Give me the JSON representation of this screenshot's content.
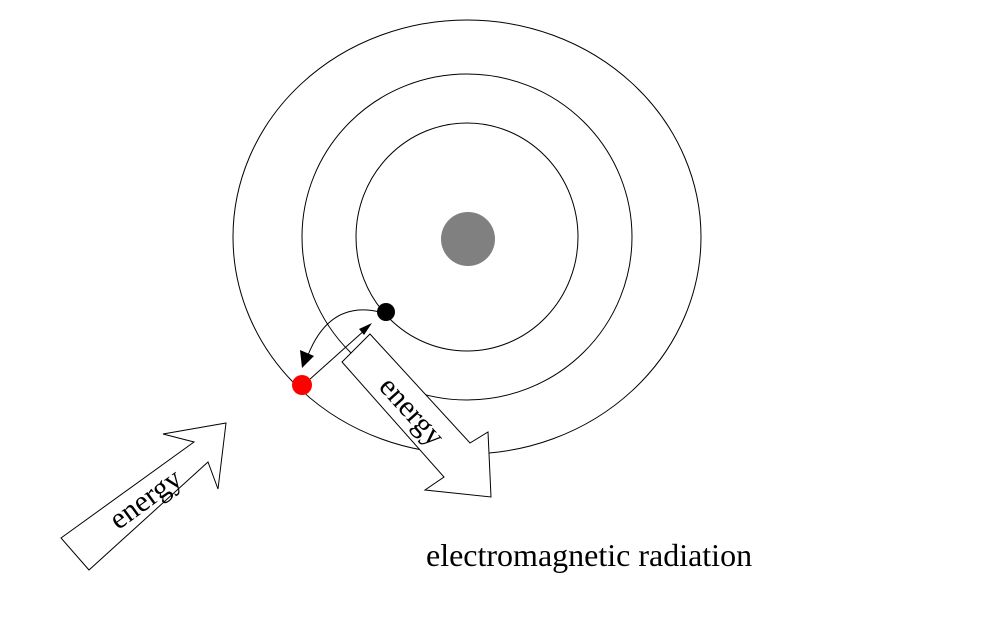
{
  "labels": {
    "incoming_energy": "energy",
    "emitted_energy": "energy",
    "radiation": "electromagnetic radiation"
  },
  "colors": {
    "nucleus": "#808080",
    "ground_electron": "#000000",
    "excited_electron": "#ff0000",
    "stroke": "#000000"
  }
}
